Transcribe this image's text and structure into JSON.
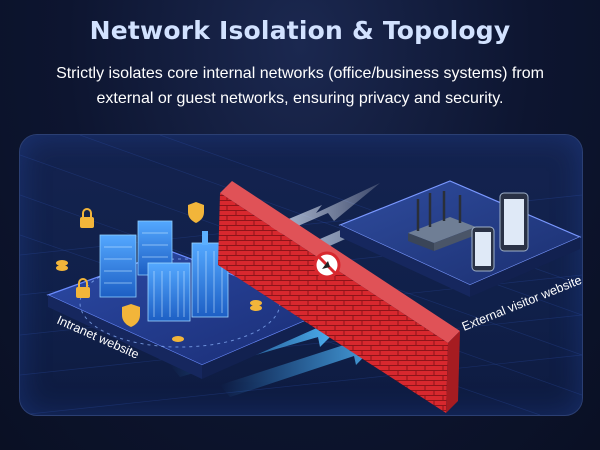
{
  "header": {
    "title": "Network Isolation & Topology",
    "subtitle": "Strictly isolates core internal networks (office/business systems) from external or guest networks, ensuring privacy and security."
  },
  "diagram": {
    "intranet_label": "Intranet website",
    "external_label": "External visitor website",
    "firewall_icon": "no-access-icon",
    "colors": {
      "firewall": "#d8282e",
      "arrow": "#3aa7ff",
      "platform": "#1f3a8a",
      "server": "#2f82e8"
    }
  }
}
